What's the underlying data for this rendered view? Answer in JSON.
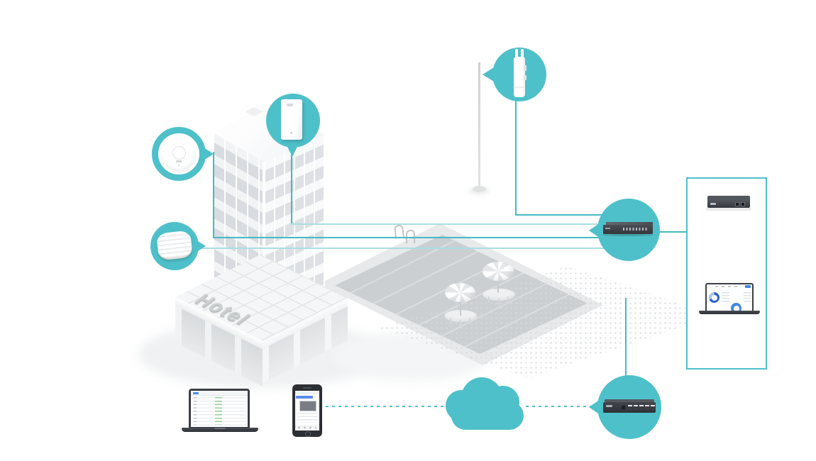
{
  "illustration": {
    "title": "hotel-network-topology",
    "hotel_sign": "Hotel",
    "colors": {
      "accent_teal": "#4ec0ca",
      "line_teal_dark": "#44bac4",
      "line_teal_light": "#a8dee3",
      "dashboard_blue": "#2e62c9",
      "dashboard_blue_light": "#3f86e8",
      "app_blue": "#5b8def",
      "status_green": "#8fcf92",
      "device_dark": "#34383e",
      "building_gray": "#e8eaec"
    },
    "devices": {
      "ceiling_ap": "ceiling-mount-access-point",
      "wall_ap": "wall-plate-access-point",
      "ceiling_ap_2": "ceiling-mount-access-point",
      "outdoor_ap": "outdoor-access-point-on-pole",
      "switch": "rackmount-poe-switch",
      "controller": "hardware-controller",
      "controller_laptop": "laptop-with-dashboard",
      "gateway": "multi-port-gateway-router",
      "cloud": "cloud-service",
      "admin_laptop": "laptop-with-device-list",
      "admin_phone": "smartphone-with-management-app"
    }
  }
}
